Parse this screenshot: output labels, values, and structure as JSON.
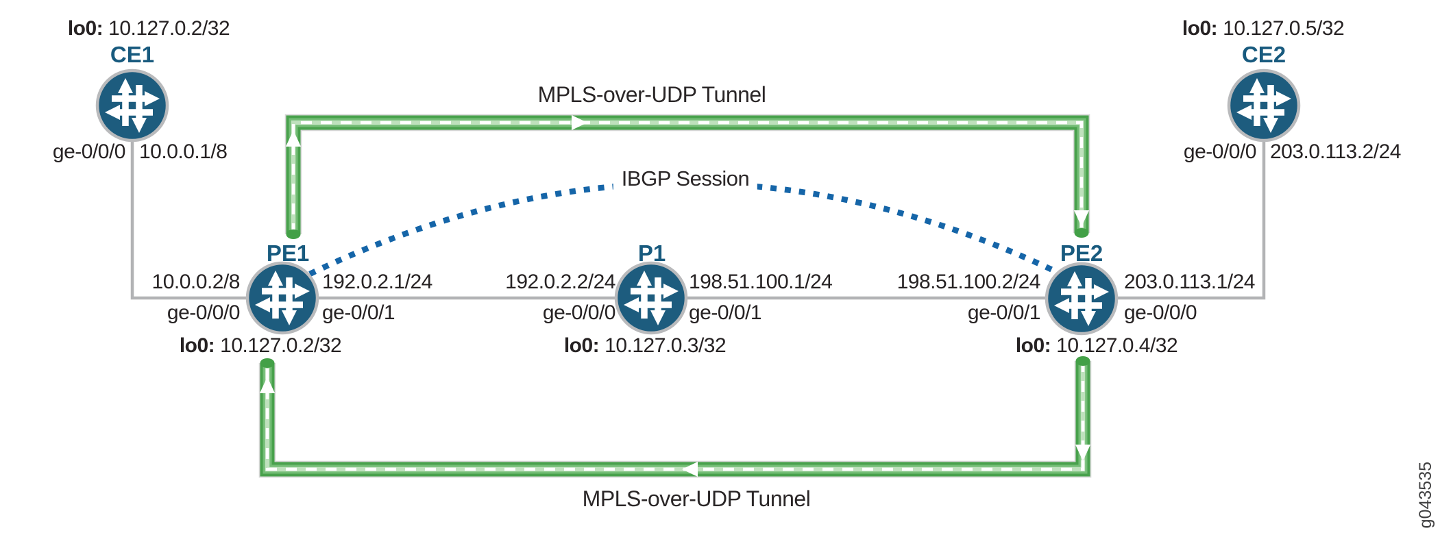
{
  "figure_id": "g043535",
  "tunnels": {
    "top": {
      "label": "MPLS-over-UDP Tunnel",
      "from": "PE1",
      "to": "PE2"
    },
    "bottom": {
      "label": "MPLS-over-UDP Tunnel",
      "from": "PE2",
      "to": "PE1"
    }
  },
  "ibgp": {
    "label": "IBGP Session",
    "between": [
      "PE1",
      "PE2"
    ]
  },
  "nodes": {
    "ce1": {
      "label": "CE1",
      "lo0_label": "lo0:",
      "lo0": "10.127.0.2/32",
      "if_name": "ge-0/0/0",
      "if_ip": "10.0.0.1/8"
    },
    "pe1": {
      "label": "PE1",
      "lo0_label": "lo0:",
      "lo0": "10.127.0.2/32",
      "left_ip": "10.0.0.2/8",
      "left_if": "ge-0/0/0",
      "right_ip": "192.0.2.1/24",
      "right_if": "ge-0/0/1"
    },
    "p1": {
      "label": "P1",
      "lo0_label": "lo0:",
      "lo0": "10.127.0.3/32",
      "left_ip": "192.0.2.2/24",
      "left_if": "ge-0/0/0",
      "right_ip": "198.51.100.1/24",
      "right_if": "ge-0/0/1"
    },
    "pe2": {
      "label": "PE2",
      "lo0_label": "lo0:",
      "lo0": "10.127.0.4/32",
      "left_ip": "198.51.100.2/24",
      "left_if": "ge-0/0/1",
      "right_ip": "203.0.113.1/24",
      "right_if": "ge-0/0/0"
    },
    "ce2": {
      "label": "CE2",
      "lo0_label": "lo0:",
      "lo0": "10.127.0.5/32",
      "if_name": "ge-0/0/0",
      "if_ip": "203.0.113.2/24"
    }
  },
  "colors": {
    "router_blue": "#1d5c7e",
    "node_label_blue": "#185a7e",
    "tunnel_green": "#48a14c",
    "ibgp_blue": "#1565a8",
    "link_gray": "#b2b3b5",
    "text_dark": "#262223"
  }
}
